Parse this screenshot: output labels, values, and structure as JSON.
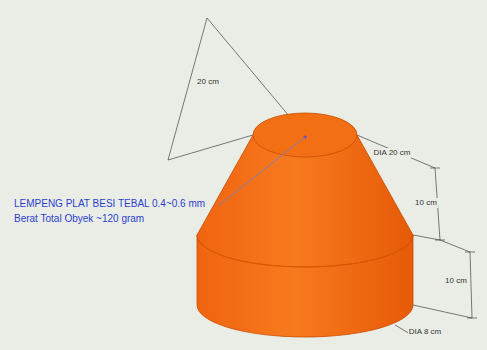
{
  "diagram": {
    "labels": [
      "20 cm",
      "DIA 20 cm",
      "10 cm",
      "10 cm",
      "DIA 8 cm",
      "LEMPENG PLAT BESI TEBAL 0.4~0.6 mm",
      "Berat Total Obyek ~120 gram"
    ]
  }
}
